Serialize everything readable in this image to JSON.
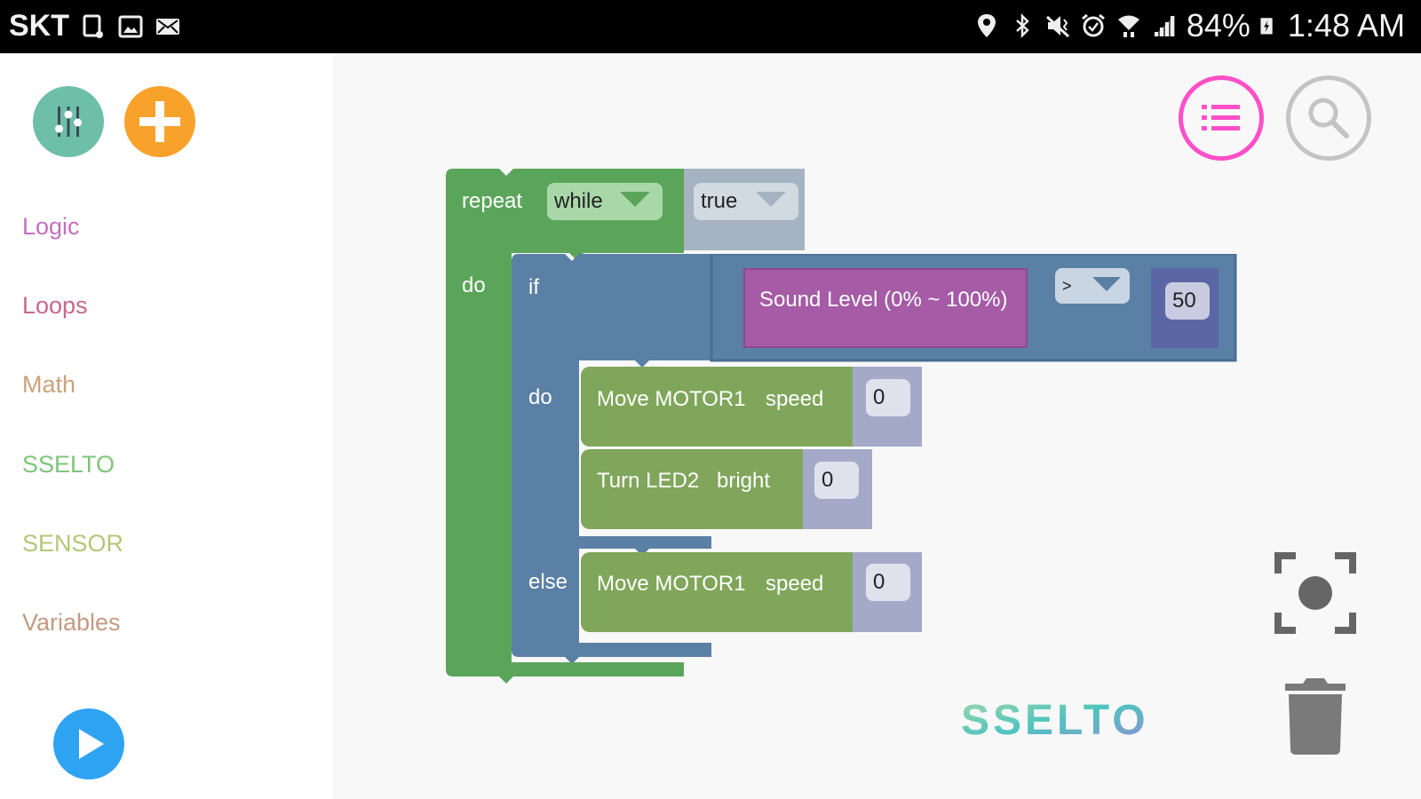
{
  "status_bar": {
    "carrier": "SKT",
    "left_icons": [
      "sync-icon",
      "image-icon",
      "mail-icon"
    ],
    "right_icons": [
      "location-icon",
      "bluetooth-icon",
      "mute-icon",
      "alarm-icon",
      "wifi-icon",
      "signal-icon"
    ],
    "battery_percent": "84%",
    "time": "1:48 AM"
  },
  "sidebar": {
    "top_buttons": [
      {
        "name": "settings-sliders",
        "color": "#6dbfa8"
      },
      {
        "name": "add",
        "color": "#f9a22b"
      }
    ],
    "categories": [
      {
        "label": "Logic",
        "color": "#c46fc0"
      },
      {
        "label": "Loops",
        "color": "#c9678a"
      },
      {
        "label": "Math",
        "color": "#c9a37a"
      },
      {
        "label": "SSELTO",
        "color": "#7cc57a"
      },
      {
        "label": "SENSOR",
        "color": "#b3c777"
      },
      {
        "label": "Variables",
        "color": "#c49a7f"
      }
    ],
    "run_button": {
      "name": "play",
      "color": "#2ea3f2"
    }
  },
  "workspace": {
    "toolbar": {
      "list_button_color": "#ff4fc8",
      "search_button_color": "#c4c4c4"
    },
    "blocks": {
      "repeat": {
        "keyword": "repeat",
        "mode": "while",
        "condition": "true",
        "do_label": "do"
      },
      "if_else": {
        "if_label": "if",
        "do_label": "do",
        "else_label": "else"
      },
      "compare": {
        "sensor": "Sound Level (0% ~ 100%)",
        "operator": ">",
        "value": "50"
      },
      "do_statements": [
        {
          "text": "Move MOTOR1",
          "param": "speed",
          "value": "0"
        },
        {
          "text": "Turn LED2",
          "param": "bright",
          "value": "0"
        }
      ],
      "else_statements": [
        {
          "text": "Move MOTOR1",
          "param": "speed",
          "value": "0"
        }
      ]
    },
    "logo": "SSELTO",
    "colors": {
      "loop": "#5ba55b",
      "logic": "#5b80a5",
      "sensor": "#a55ba5",
      "motor": "#7fa65a",
      "number": "#5b67a5",
      "shadow": "#a5b1c2"
    }
  }
}
